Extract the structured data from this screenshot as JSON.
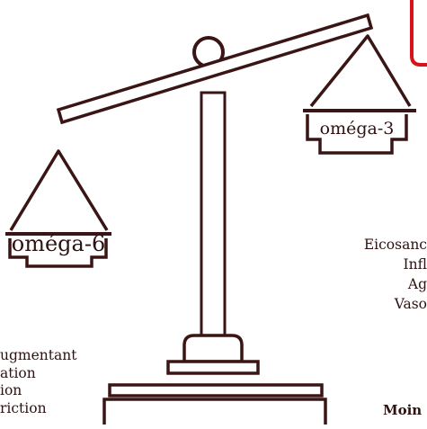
{
  "colors": {
    "ink": "#3a1515",
    "text": "#2e1212",
    "accent_red": "#d9111a",
    "background": "#ffffff"
  },
  "scale": {
    "left_label": "oméga-6",
    "right_label": "oméga-3"
  },
  "left_effects": [
    "ugmentant",
    "ation",
    "ion",
    "riction"
  ],
  "right_effects": [
    "Eicosanc",
    "Infl",
    "Ag",
    "Vaso"
  ],
  "bottom_text": "Moin"
}
